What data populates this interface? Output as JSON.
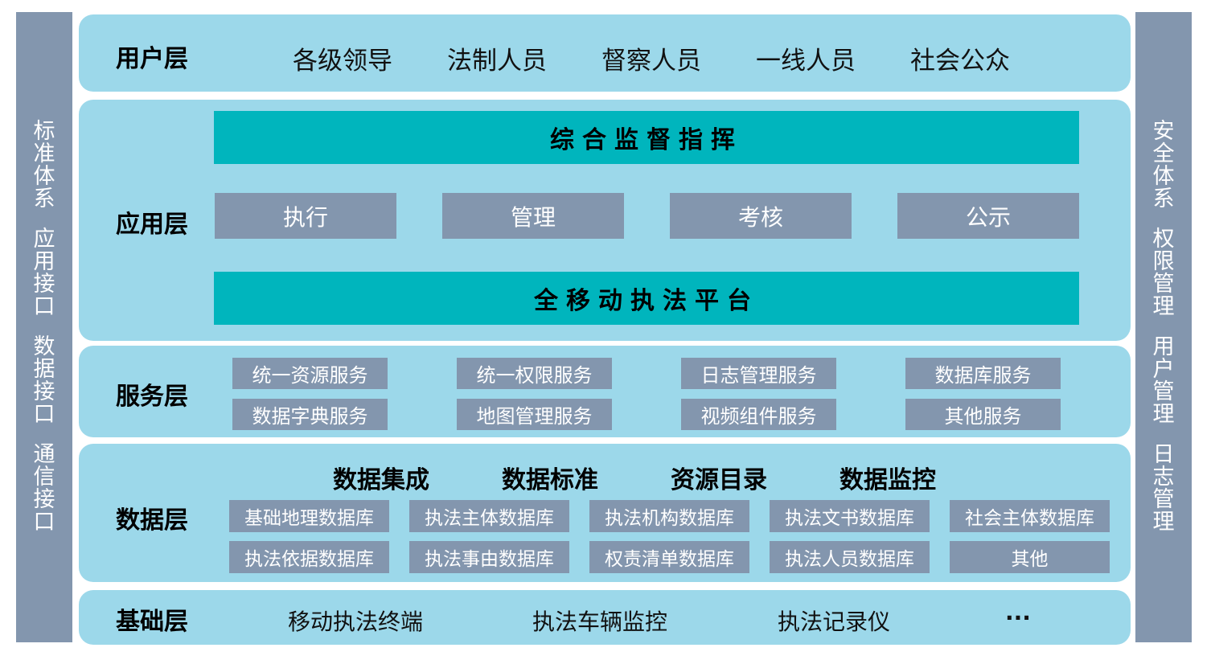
{
  "left_sidebar": {
    "groups": [
      "标准体系",
      "应用接口",
      "数据接口",
      "通信接口"
    ]
  },
  "right_sidebar": {
    "groups": [
      "安全体系",
      "权限管理",
      "用户管理",
      "日志管理"
    ]
  },
  "layers": {
    "user": {
      "label": "用户层",
      "items": [
        "各级领导",
        "法制人员",
        "督察人员",
        "一线人员",
        "社会公众"
      ]
    },
    "application": {
      "label": "应用层",
      "top_bar": "综合监督指挥",
      "modules": [
        "执行",
        "管理",
        "考核",
        "公示"
      ],
      "bottom_bar": "全移动执法平台"
    },
    "service": {
      "label": "服务层",
      "items": [
        "统一资源服务",
        "统一权限服务",
        "日志管理服务",
        "数据库服务",
        "数据字典服务",
        "地图管理服务",
        "视频组件服务",
        "其他服务"
      ]
    },
    "data": {
      "label": "数据层",
      "headings": [
        "数据集成",
        "数据标准",
        "资源目录",
        "数据监控"
      ],
      "databases": [
        "基础地理数据库",
        "执法主体数据库",
        "执法机构数据库",
        "执法文书数据库",
        "社会主体数据库",
        "执法依据数据库",
        "执法事由数据库",
        "权责清单数据库",
        "执法人员数据库",
        "其他"
      ]
    },
    "base": {
      "label": "基础层",
      "items": [
        "移动执法终端",
        "执法车辆监控",
        "执法记录仪",
        "···"
      ]
    }
  },
  "colors": {
    "sidebar": "#8396ae",
    "layer_bg": "#9cd8ea",
    "teal_bar": "#00b5bd",
    "module_box": "#8396ae"
  }
}
